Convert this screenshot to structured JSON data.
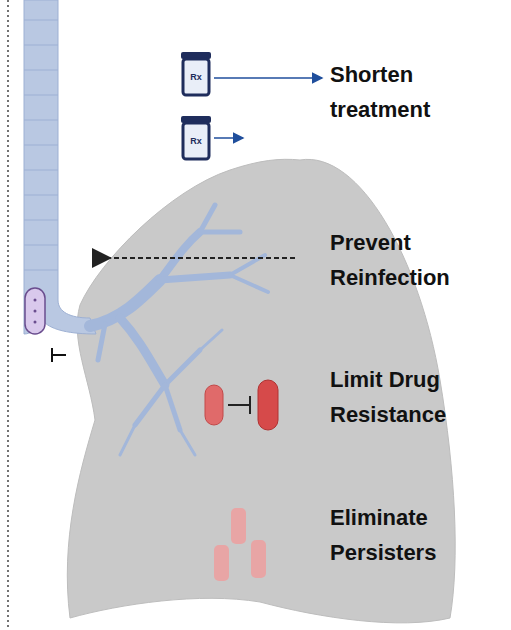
{
  "diagram": {
    "labels": [
      "Rx",
      "Rx",
      "Shorten treatment",
      "Prevent Reinfection",
      "Limit Drug Resistance",
      "Eliminate Persisters"
    ]
  }
}
